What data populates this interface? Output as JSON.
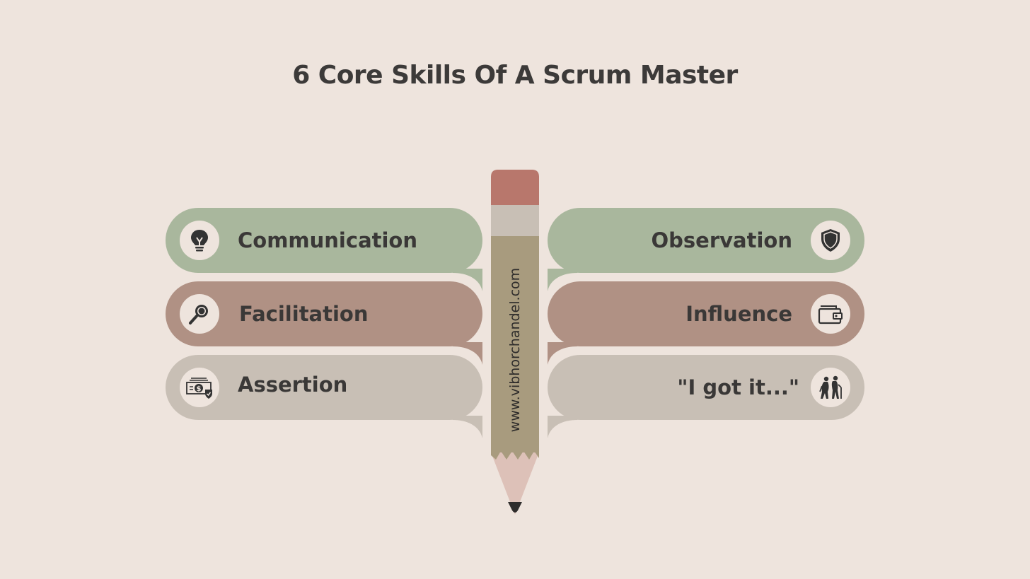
{
  "title": "6 Core Skills Of A Scrum Master",
  "watermark": "www.vibhorchandel.com",
  "colors": {
    "background": "#EEE4DD",
    "green": "#A9B79D",
    "rose": "#B09184",
    "beige": "#C8BFB5",
    "text": "#3A3837",
    "eraser": "#B8776C",
    "ferrule": "#C8BFB5",
    "pencil_body": "#A89B7E",
    "pencil_wood": "#DDC1B8"
  },
  "skills": {
    "left": [
      {
        "label": "Communication",
        "icon": "lightbulb-icon"
      },
      {
        "label": "Facilitation",
        "icon": "magnifier-icon"
      },
      {
        "label": "Assertion",
        "icon": "money-shield-icon"
      }
    ],
    "right": [
      {
        "label": "Observation",
        "icon": "shield-icon"
      },
      {
        "label": "Influence",
        "icon": "wallet-icon"
      },
      {
        "label": "\"I got  it...\"",
        "icon": "elderly-couple-icon"
      }
    ]
  }
}
